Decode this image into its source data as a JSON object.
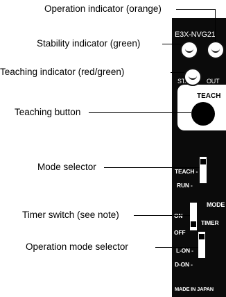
{
  "callouts": {
    "operation_indicator": "Operation indicator (orange)",
    "stability_indicator": "Stability indicator (green)",
    "teaching_indicator": "Teaching indicator (red/green)",
    "teaching_button": "Teaching button",
    "mode_selector": "Mode selector",
    "timer_switch": "Timer switch (see note)",
    "operation_mode_selector": "Operation mode selector"
  },
  "panel": {
    "model": "E3X-NVG21",
    "stab_label": "STAB",
    "out_label": "OUT",
    "teach_label": "TEACH",
    "mode_label": "MODE",
    "mode_teach": "TEACH -",
    "mode_run": "RUN -",
    "timer_on": "ON",
    "timer_off": "OFF",
    "timer_label": "TIMER",
    "lon": "L-ON -",
    "don": "D-ON -",
    "made_in": "MADE IN JAPAN"
  }
}
